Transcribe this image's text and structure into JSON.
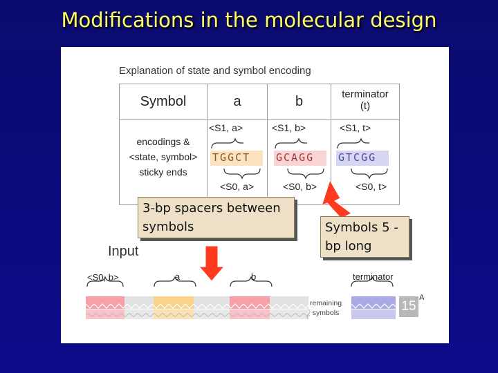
{
  "slide": {
    "title": "Modifications in the molecular design"
  },
  "table": {
    "title": "Explanation of state and symbol encoding",
    "header_symbol": "Symbol",
    "col_a": "a",
    "col_b": "b",
    "col_t_line1": "terminator",
    "col_t_line2": "(t)",
    "row_label_line1": "encodings &",
    "row_label_line2": "<state, symbol>",
    "row_label_line3": "sticky ends",
    "a_top": "<S1, a>",
    "a_seq": "TGGCT",
    "a_bottom": "<S0, a>",
    "b_top": "<S1, b>",
    "b_seq": "GCAGG",
    "b_bottom": "<S0, b>",
    "t_top": "<S1, t>",
    "t_seq": "GTCGG",
    "t_bottom": "<S0, t>"
  },
  "callouts": {
    "spacers": "3-bp spacers between symbols",
    "symbols": "Symbols 5 -bp long"
  },
  "input": {
    "label": "Input",
    "s0b": "<S0, b>",
    "a": "a",
    "b": "b",
    "terminator": "terminator",
    "remaining_line1": "remaining",
    "remaining_line2": "symbols",
    "count": "15",
    "suffix": "A"
  },
  "colors": {
    "pink": "#f6a0a8",
    "yellow": "#fbd48c",
    "lavender": "#a9a9e6",
    "gray": "#dcdcdc",
    "arrow": "#ff3a1f",
    "title": "#ffff66",
    "background": "#0b0b7a"
  }
}
